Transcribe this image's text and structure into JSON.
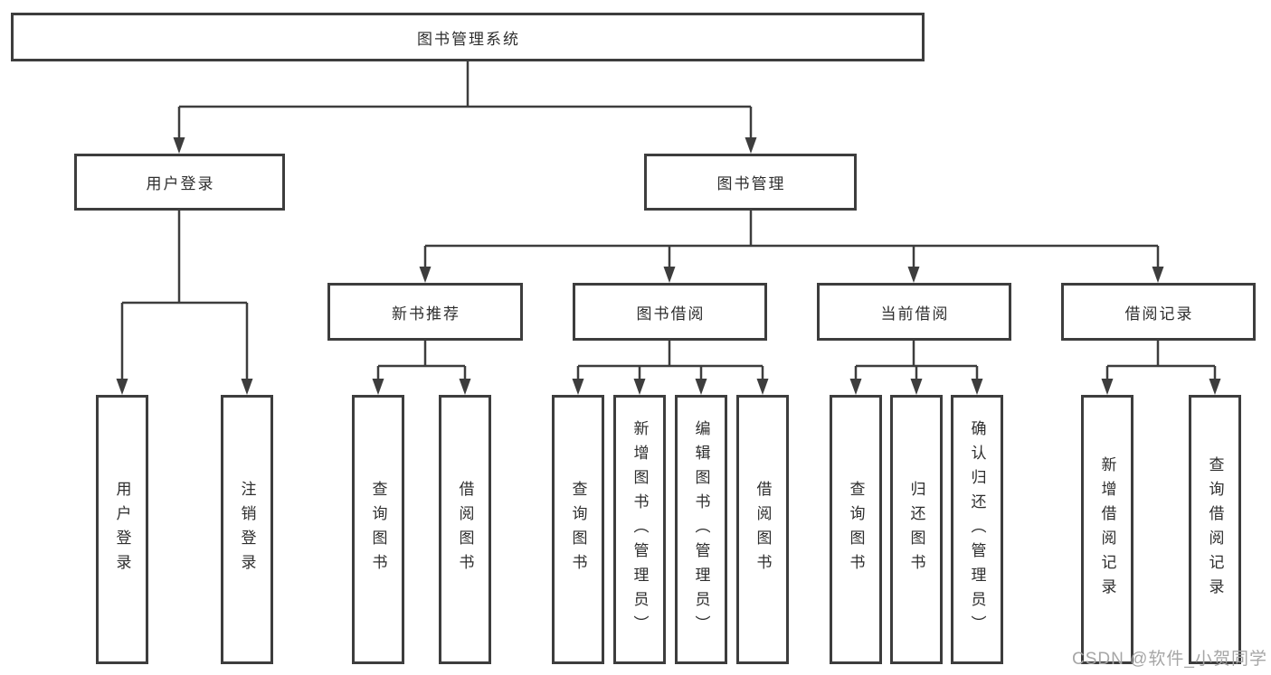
{
  "diagram": {
    "root": {
      "label": "图书管理系统"
    },
    "level2": [
      {
        "id": "user-login",
        "label": "用户登录"
      },
      {
        "id": "book-management",
        "label": "图书管理"
      }
    ],
    "level3": [
      {
        "id": "new-book-recommend",
        "label": "新书推荐"
      },
      {
        "id": "book-borrowing",
        "label": "图书借阅"
      },
      {
        "id": "current-borrowing",
        "label": "当前借阅"
      },
      {
        "id": "borrowing-records",
        "label": "借阅记录"
      }
    ],
    "level4": [
      {
        "id": "user-login-leaf",
        "label": "用户登录"
      },
      {
        "id": "logout",
        "label": "注销登录"
      },
      {
        "id": "recommend-query-books",
        "label": "查询图书"
      },
      {
        "id": "recommend-borrow-books",
        "label": "借阅图书"
      },
      {
        "id": "borrowing-query-books",
        "label": "查询图书"
      },
      {
        "id": "add-books-admin",
        "label": "新增图书（管理员）"
      },
      {
        "id": "edit-books-admin",
        "label": "编辑图书（管理员）"
      },
      {
        "id": "borrowing-borrow-books",
        "label": "借阅图书"
      },
      {
        "id": "current-query-books",
        "label": "查询图书"
      },
      {
        "id": "return-books",
        "label": "归还图书"
      },
      {
        "id": "confirm-return-admin",
        "label": "确认归还（管理员）"
      },
      {
        "id": "add-borrow-record",
        "label": "新增借阅记录"
      },
      {
        "id": "query-borrow-record",
        "label": "查询借阅记录"
      }
    ]
  },
  "watermark": {
    "text": "CSDN @软件_小贺同学"
  },
  "colors": {
    "line": "#3d3d3d",
    "box_border": "#3d3d3d",
    "text": "#2e2e2e",
    "watermark": "#a6a6a6",
    "background": "#ffffff"
  }
}
